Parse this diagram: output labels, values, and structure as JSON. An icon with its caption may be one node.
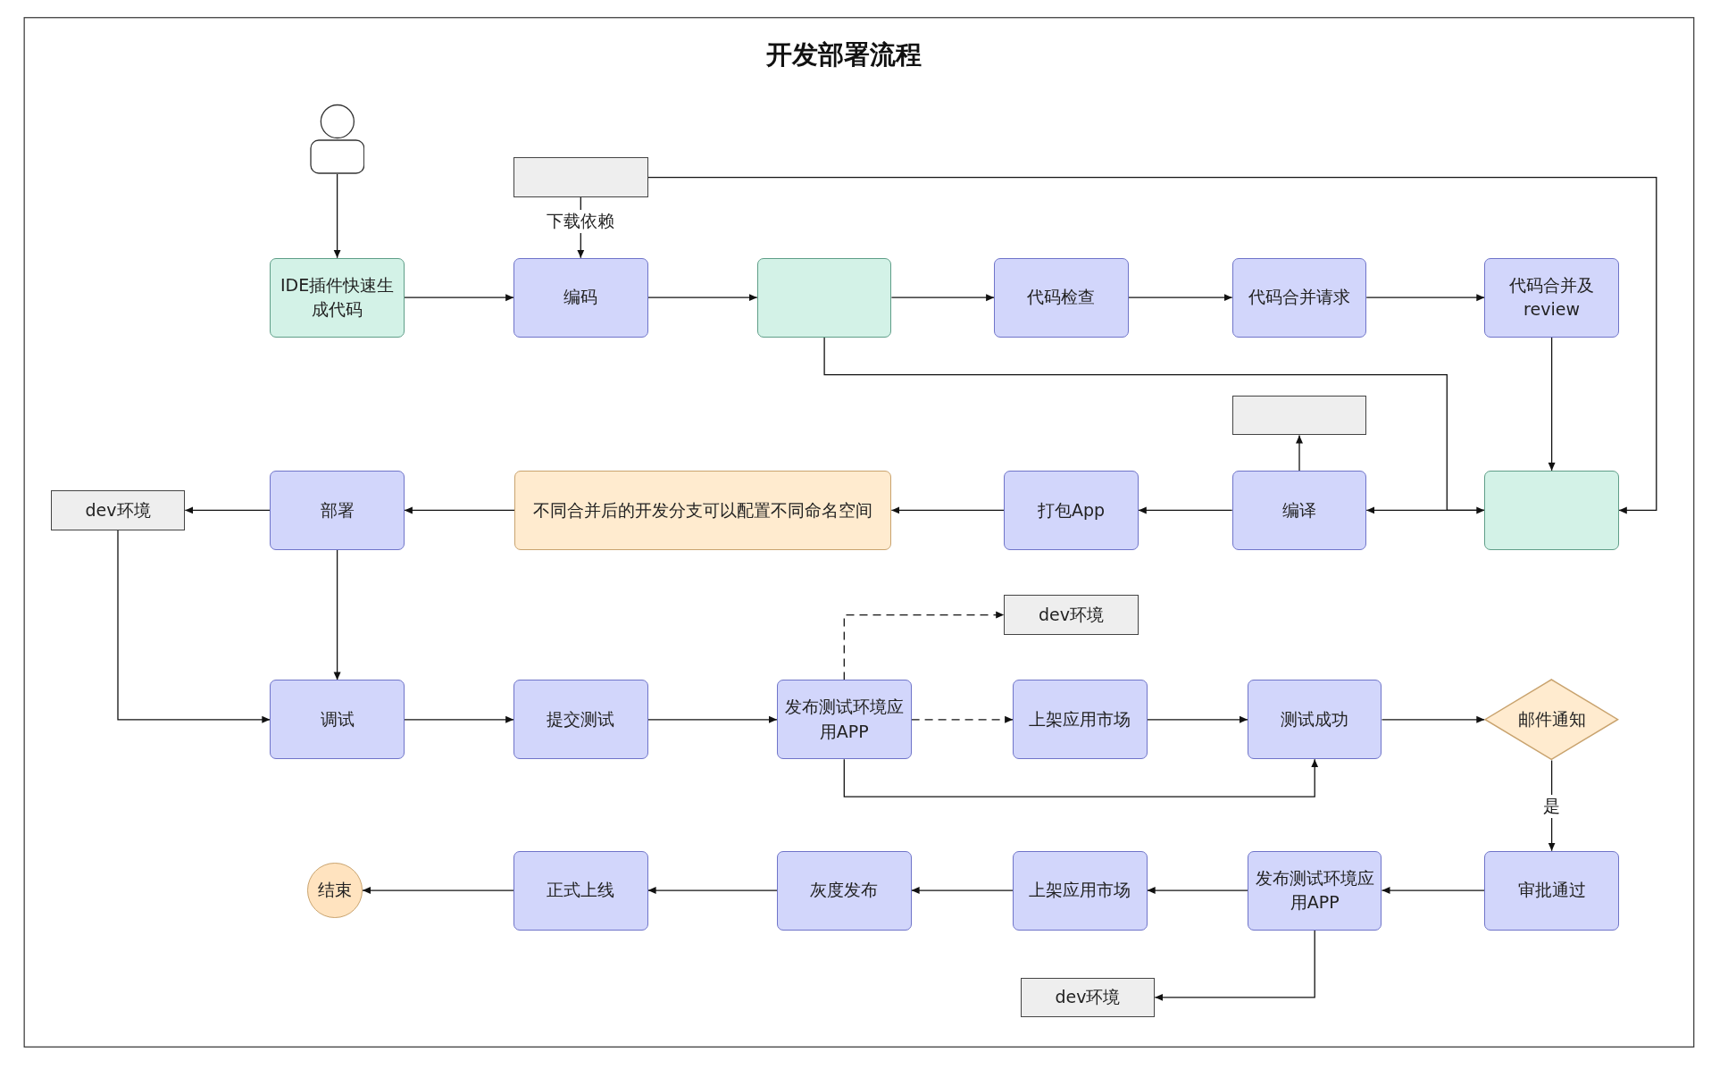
{
  "diagram": {
    "title": "开发部署流程",
    "nodes": [
      {
        "text": [],
        "shape": "person"
      },
      {
        "text": [
          "IDE插件快速生成代码"
        ]
      },
      {
        "text": [],
        "shape": "box"
      },
      {
        "text": [
          "编码"
        ]
      },
      {
        "text": [],
        "shape": "box"
      },
      {
        "text": [
          "代码检查"
        ]
      },
      {
        "text": [
          "代码合并请求"
        ]
      },
      {
        "text": [
          "代码合并及review"
        ]
      },
      {
        "text": [],
        "shape": "box"
      },
      {
        "text": [
          "dev环境"
        ]
      },
      {
        "text": [
          "部署"
        ]
      },
      {
        "text": [
          "不同合并后的开发分支可以配置不同命名空间"
        ]
      },
      {
        "text": [
          "打包App"
        ]
      },
      {
        "text": [
          "编译"
        ]
      },
      {
        "text": [],
        "shape": "box"
      },
      {
        "text": [
          "dev环境"
        ]
      },
      {
        "text": [
          "调试"
        ]
      },
      {
        "text": [
          "提交测试"
        ]
      },
      {
        "text": [
          "发布测试环境应用APP"
        ]
      },
      {
        "text": [
          "上架应用市场"
        ]
      },
      {
        "text": [
          "测试成功"
        ]
      },
      {
        "text": [
          "邮件通知"
        ]
      },
      {
        "text": [
          "审批通过"
        ]
      },
      {
        "text": [
          "发布测试环境应用APP"
        ]
      },
      {
        "text": [
          "上架应用市场"
        ]
      },
      {
        "text": [
          "灰度发布"
        ]
      },
      {
        "text": [
          "正式上线"
        ]
      },
      {
        "text": [
          "结束"
        ]
      },
      {
        "text": [
          "dev环境"
        ]
      }
    ],
    "edges": [
      {
        "from": 0,
        "to": 1,
        "arrow": "to"
      },
      {
        "from": 1,
        "to": 3,
        "arrow": "to"
      },
      {
        "from": 2,
        "to": 3,
        "arrow": "to",
        "label": "下载依赖"
      },
      {
        "from": 3,
        "to": 4,
        "arrow": "to"
      },
      {
        "from": 4,
        "to": 5,
        "arrow": "to"
      },
      {
        "from": 5,
        "to": 6,
        "arrow": "to"
      },
      {
        "from": 6,
        "to": 7,
        "arrow": "to"
      },
      {
        "from": 2,
        "to": 14,
        "arrow": "to"
      },
      {
        "from": 4,
        "to": 14,
        "arrow": "to"
      },
      {
        "from": 14,
        "to": 13,
        "arrow": "to"
      },
      {
        "from": 7,
        "to": 14,
        "arrow": "to"
      },
      {
        "from": 13,
        "to": 8,
        "arrow": "to"
      },
      {
        "from": 13,
        "to": 12,
        "arrow": "to"
      },
      {
        "from": 12,
        "to": 11,
        "arrow": "to"
      },
      {
        "from": 11,
        "to": 10,
        "arrow": "to"
      },
      {
        "from": 10,
        "to": 9,
        "arrow": "to"
      },
      {
        "from": 10,
        "to": 16,
        "arrow": "to"
      },
      {
        "from": 9,
        "to": 16,
        "arrow": "to"
      },
      {
        "from": 16,
        "to": 17,
        "arrow": "to"
      },
      {
        "from": 17,
        "to": 18,
        "arrow": "to"
      },
      {
        "from": 18,
        "to": 15,
        "arrow": "to",
        "style": "dashed"
      },
      {
        "from": 18,
        "to": 19,
        "arrow": "to",
        "style": "dashed"
      },
      {
        "from": 18,
        "to": 20,
        "arrow": "to"
      },
      {
        "from": 19,
        "to": 20,
        "arrow": "to"
      },
      {
        "from": 20,
        "to": 21,
        "arrow": "to"
      },
      {
        "from": 21,
        "to": 22,
        "arrow": "to",
        "label": "是"
      },
      {
        "from": 22,
        "to": 23,
        "arrow": "to"
      },
      {
        "from": 23,
        "to": 24,
        "arrow": "to"
      },
      {
        "from": 24,
        "to": 25,
        "arrow": "to"
      },
      {
        "from": 25,
        "to": 26,
        "arrow": "to"
      },
      {
        "from": 26,
        "to": 27,
        "arrow": "to"
      },
      {
        "from": 23,
        "to": 28,
        "arrow": "to"
      }
    ]
  }
}
